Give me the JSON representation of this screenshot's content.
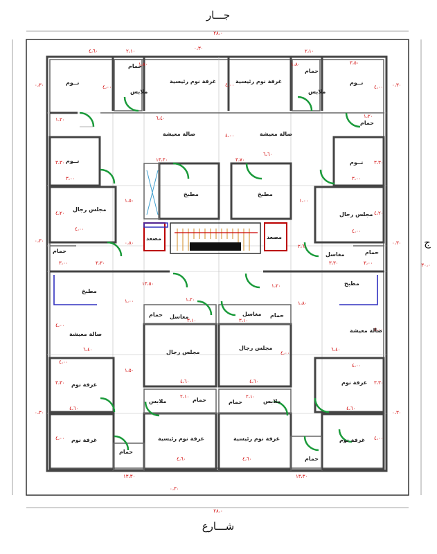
{
  "labels": {
    "top": "جـــار",
    "bottom": "شـــارع",
    "right_side": "ج"
  },
  "dims": {
    "overall_top": "٢٨،٠",
    "overall_bottom": "٢٨،٠",
    "overall_side": "٣٠،٠",
    "edge_small": "٠،٣٠",
    "d300": "٣،٠٠",
    "d330": "٣،٣٠",
    "d350": "٣،٥٠",
    "d370": "٣،٧٠",
    "d400": "٤،٠٠",
    "d420": "٤،٢٠",
    "d460": "٤،٦٠",
    "d120": "١،٢٠",
    "d150": "١،٥٠",
    "d180": "١،٨٠",
    "d080": "٠،٨٠",
    "d100": "١،٠٠",
    "d210": "٢،١٠",
    "d260": "٢،٦٠",
    "d640": "٦،٤٠",
    "d660": "٦،٦٠",
    "d310": "٣،١٠",
    "d1330": "١٣،٣٠",
    "d1350": "١٣،٥٠"
  },
  "rooms": {
    "bedroom": "نــوم",
    "bath": "حمام",
    "dressing": "ملابس",
    "master": "غرفة نوم رئيسية",
    "living": "صالة معيشة",
    "kitchen": "مطبخ",
    "men_majlis": "مجلس رجال",
    "elevator": "مصعد",
    "sinks": "مغاسل",
    "bedroom2": "غرفة نوم"
  }
}
